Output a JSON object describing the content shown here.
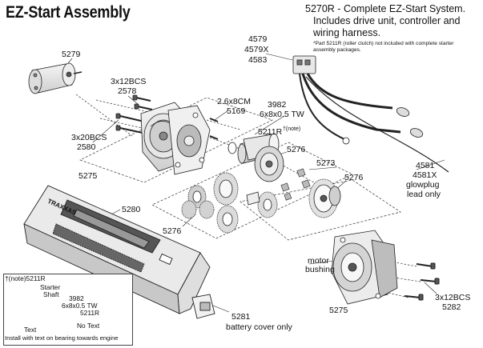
{
  "title": "EZ-Start Assembly",
  "system_note": {
    "line1": "5270R - Complete EZ-Start System.",
    "line2": "Includes drive unit, controller and",
    "line3": "wiring harness.",
    "fine1": "*Part 5211R (roller clutch) not included with complete starter",
    "fine2": "assembly packages."
  },
  "labels": {
    "p5279": "5279",
    "p3x12bcs_top": "3x12BCS",
    "p2578": "2578",
    "p3x20bcs": "3x20BCS",
    "p2580": "2580",
    "p5275_left": "5275",
    "p26x8cm": "2.6x8CM",
    "p5169": "5169",
    "p3982": "3982",
    "p6x8tw": "6x8x0.5 TW",
    "p5211r": "5211R",
    "p5211r_note": "†(note)",
    "p5276_top": "5276",
    "p5273": "5273",
    "p5276_right": "5276",
    "p4579": "4579",
    "p4579x": "4579X",
    "p4583": "4583",
    "p4581": "4581",
    "p4581x": "4581X",
    "glowplug": "glowplug",
    "lead_only": "lead only",
    "p5280": "5280",
    "p5276_mid": "5276",
    "motor": "motor",
    "bushing": "bushing",
    "p3x12bcs_bottom": "3x12BCS",
    "p5282": "5282",
    "p5275_bottom": "5275",
    "p5281": "5281",
    "battery_cover": "battery cover only"
  },
  "inset": {
    "heading": "†(note)5211R",
    "starter": "Starter",
    "shaft": "Shaft",
    "code": "3982",
    "washer": "6x8x0.5 TW",
    "part": "5211R",
    "text": "Text",
    "no_text": "No Text",
    "instruction": "Install with text on bearing towards engine"
  },
  "box_logo": "TRAXXAS"
}
